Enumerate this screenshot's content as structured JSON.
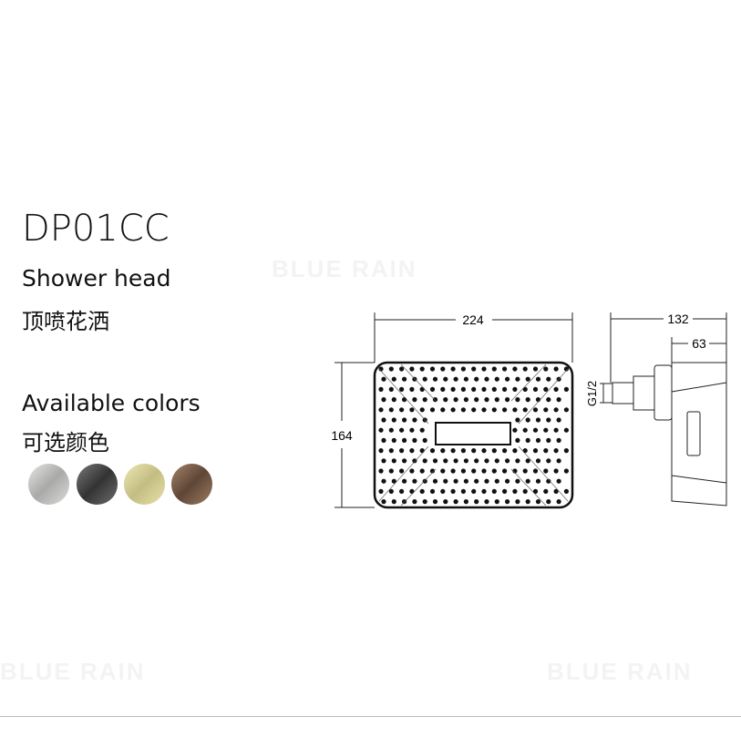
{
  "product": {
    "model": "DP01CC",
    "type_en": "Shower head",
    "type_cn": "顶喷花洒"
  },
  "colors": {
    "label_en": "Available colors",
    "label_cn": "可选颜色",
    "swatches": [
      {
        "name": "chrome",
        "color": "#c9c9c7"
      },
      {
        "name": "gunmetal",
        "color": "#5a5a5c"
      },
      {
        "name": "brushed-gold",
        "color": "#d8d29c"
      },
      {
        "name": "bronze",
        "color": "#8a6a52"
      }
    ]
  },
  "drawing": {
    "width_dim": "224",
    "height_dim": "164",
    "depth_dim": "132",
    "body_depth_dim": "63",
    "thread_label": "G1/2"
  },
  "watermark": "BLUE RAIN"
}
